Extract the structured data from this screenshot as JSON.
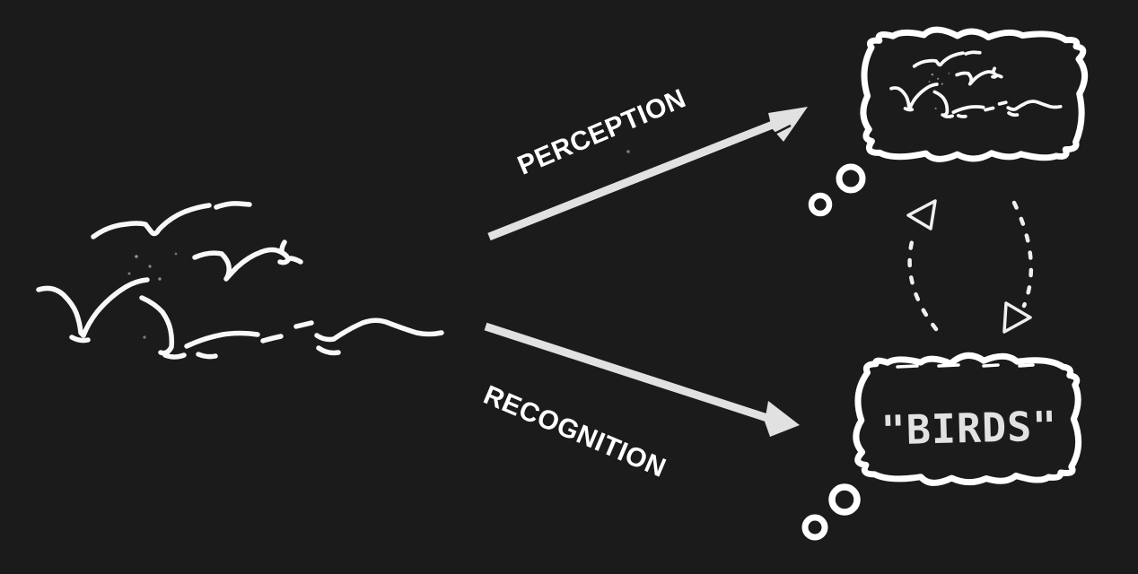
{
  "labels": {
    "perception": "PERCEPTION",
    "recognition": "RECOGNITION",
    "birds": "\"BIRDS\""
  },
  "colors": {
    "background": "#1b1b1b",
    "arrow": "#e1e1e1",
    "label_text": "#ffffff",
    "sketch_stroke": "#f8f8f8",
    "bubble_stroke": "#ffffff",
    "cycle_stroke": "#efefef",
    "birds_text": "#e2e2e2"
  },
  "icons": {
    "stimulus": "bird-flock-line-drawing",
    "thought_bubble_top": "thought-bubble-with-bird-image",
    "thought_bubble_bottom": "thought-bubble-with-word-birds",
    "cycle": "dashed-cycle-arrows"
  }
}
